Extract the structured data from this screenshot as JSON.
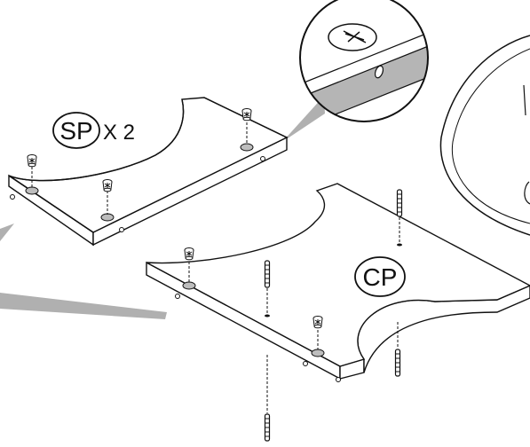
{
  "labels": {
    "side_panel_code": "SP",
    "side_panel_qty": "X 2",
    "center_panel_code": "CP"
  },
  "colors": {
    "line": "#111111",
    "board_face": "#ffffff",
    "callout_band": "#b5b5b5",
    "leader_gray": "#b0b0b0",
    "cam_hole": "#bdbdbd"
  },
  "icons": {
    "zoom_callout": "magnifier-circle-screw-detail",
    "cam_lock": "cam-lock-nut",
    "dowel": "wooden-dowel-pin"
  }
}
